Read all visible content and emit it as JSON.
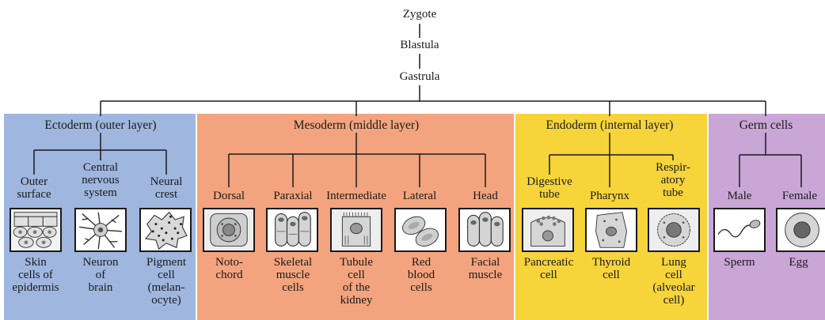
{
  "top_chain": [
    "Zygote",
    "Blastula",
    "Gastrula"
  ],
  "colors": {
    "ectoderm": "#9fb6df",
    "mesoderm": "#f3a47e",
    "endoderm": "#f6d43a",
    "germ": "#c9a6d6",
    "line": "#1a1a1a"
  },
  "layers": {
    "ectoderm": {
      "title": "Ectoderm (outer layer)",
      "branches": [
        {
          "label": "Outer\nsurface",
          "icon": "epidermis-cells-icon",
          "cell": "Skin\ncells of\nepidermis"
        },
        {
          "label": "Central\nnervous\nsystem",
          "icon": "neuron-icon",
          "cell": "Neuron\nof\nbrain"
        },
        {
          "label": "Neural\ncrest",
          "icon": "pigment-cell-icon",
          "cell": "Pigment\ncell\n(melan-\nocyte)"
        }
      ]
    },
    "mesoderm": {
      "title": "Mesoderm (middle layer)",
      "branches": [
        {
          "label": "Dorsal",
          "icon": "notochord-icon",
          "cell": "Noto-\nchord"
        },
        {
          "label": "Paraxial",
          "icon": "skeletal-muscle-icon",
          "cell": "Skeletal\nmuscle\ncells"
        },
        {
          "label": "Intermediate",
          "icon": "kidney-tubule-icon",
          "cell": "Tubule\ncell\nof the\nkidney"
        },
        {
          "label": "Lateral",
          "icon": "red-blood-cells-icon",
          "cell": "Red\nblood\ncells"
        },
        {
          "label": "Head",
          "icon": "facial-muscle-icon",
          "cell": "Facial\nmuscle"
        }
      ]
    },
    "endoderm": {
      "title": "Endoderm (internal layer)",
      "branches": [
        {
          "label": "Digestive\ntube",
          "icon": "pancreatic-cell-icon",
          "cell": "Pancreatic\ncell"
        },
        {
          "label": "Pharynx",
          "icon": "thyroid-cell-icon",
          "cell": "Thyroid\ncell"
        },
        {
          "label": "Respir-\natory\ntube",
          "icon": "lung-cell-icon",
          "cell": "Lung\ncell\n(alveolar\ncell)"
        }
      ]
    },
    "germ": {
      "title": "Germ cells",
      "branches": [
        {
          "label": "Male",
          "icon": "sperm-icon",
          "cell": "Sperm"
        },
        {
          "label": "Female",
          "icon": "egg-icon",
          "cell": "Egg"
        }
      ]
    }
  }
}
